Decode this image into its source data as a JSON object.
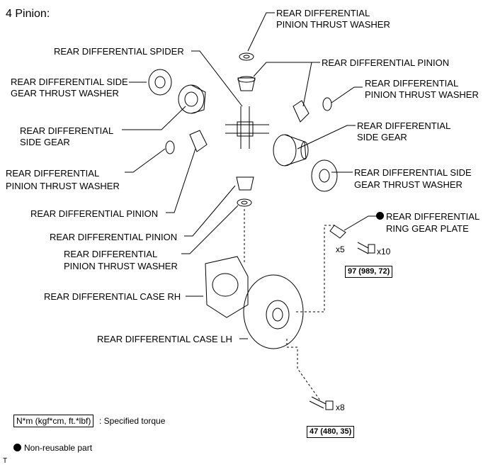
{
  "title": "4 Pinion:",
  "labels": {
    "thrust_washer_top": [
      "REAR DIFFERENTIAL",
      "PINION THRUST WASHER"
    ],
    "spider": "REAR DIFFERENTIAL SPIDER",
    "pinion_top": "REAR DIFFERENTIAL PINION",
    "side_washer_left": [
      "REAR DIFFERENTIAL SIDE",
      "GEAR THRUST WASHER"
    ],
    "thrust_washer_right": [
      "REAR DIFFERENTIAL",
      "PINION THRUST WASHER"
    ],
    "side_gear_left": [
      "REAR DIFFERENTIAL",
      "SIDE GEAR"
    ],
    "side_gear_right": [
      "REAR DIFFERENTIAL",
      "SIDE GEAR"
    ],
    "thrust_washer_left": [
      "REAR DIFFERENTIAL",
      "PINION THRUST WASHER"
    ],
    "side_washer_right": [
      "REAR DIFFERENTIAL SIDE",
      "GEAR THRUST WASHER"
    ],
    "pinion_left": "REAR DIFFERENTIAL PINION",
    "ring_gear_plate": [
      "REAR DIFFERENTIAL",
      "RING GEAR PLATE"
    ],
    "pinion_lower": "REAR DIFFERENTIAL PINION",
    "thrust_washer_lower": [
      "REAR DIFFERENTIAL",
      "PINION THRUST WASHER"
    ],
    "case_rh": "REAR DIFFERENTIAL CASE RH",
    "case_lh": "REAR DIFFERENTIAL CASE LH"
  },
  "multipliers": {
    "plate": "x5",
    "bolt_upper": "x10",
    "bolt_lower": "x8"
  },
  "torque": {
    "upper": "97 (989, 72)",
    "lower": "47 (480, 35)"
  },
  "legend": {
    "torque_box": "N*m (kgf*cm, ft.*lbf)",
    "torque_text": ": Specified torque",
    "non_reusable": "Non-reusable part"
  },
  "corner_mark": "T"
}
